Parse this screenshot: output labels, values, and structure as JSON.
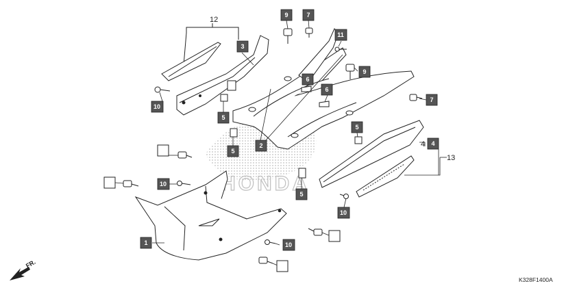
{
  "callouts": {
    "c_9_top": "9",
    "c_7_top": "7",
    "c_11": "11",
    "c_3": "3",
    "c_9_mid": "9",
    "c_6_a": "6",
    "c_6_b": "6",
    "c_10_left": "10",
    "c_7_right": "7",
    "c_5_a": "5",
    "c_5_b": "5",
    "c_5_c": "5",
    "c_2": "2",
    "c_4": "4",
    "c_10_mid": "10",
    "c_5_d": "5",
    "c_10_right": "10",
    "c_1": "1",
    "c_10_bottom": "10"
  },
  "group_labels": {
    "g_12": "12",
    "g_4": "4",
    "g_13": "13"
  },
  "front_label": "FR.",
  "ref_code": "K328F1400A",
  "watermark": "HONDA",
  "colors": {
    "callout_fill": "#555555",
    "line": "#222222",
    "dot_shade": "#c8c8c8"
  }
}
